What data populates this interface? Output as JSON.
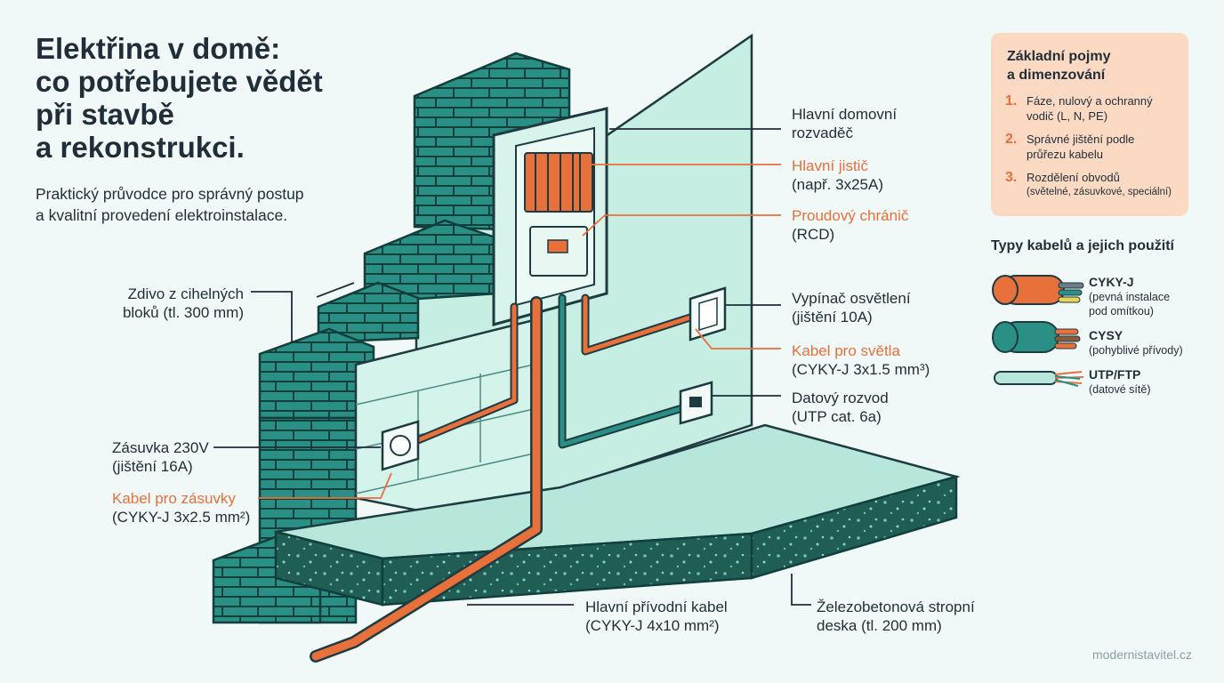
{
  "title": {
    "line1": "Elektřina v domě:",
    "line2": "co potřebujete vědět",
    "line3": "při stavbě",
    "line4": "a rekonstrukci."
  },
  "subtitle": {
    "line1": "Praktický průvodce pro správný postup",
    "line2": "a kvalitní provedení elektroinstalace."
  },
  "labels": {
    "main_board": {
      "line1": "Hlavní domovní",
      "line2": "rozvaděč"
    },
    "main_breaker": {
      "line1": "Hlavní jistič",
      "line2": "(např. 3x25A)"
    },
    "rcd": {
      "line1": "Proudový chránič",
      "line2": "(RCD)"
    },
    "light_switch": {
      "line1": "Vypínač osvětlení",
      "line2": "(jištění 10A)"
    },
    "light_cable": {
      "line1": "Kabel pro světla",
      "line2": "(CYKY-J 3x1.5 mm³)"
    },
    "data": {
      "line1": "Datový rozvod",
      "line2": "(UTP cat. 6a)"
    },
    "masonry": {
      "line1": "Zdivo z cihelných",
      "line2": "bloků (tl. 300 mm)"
    },
    "socket": {
      "line1": "Zásuvka 230V",
      "line2": "(jištění 16A)"
    },
    "socket_cable": {
      "line1": "Kabel pro zásuvky",
      "line2": "(CYKY-J 3x2.5 mm²)"
    },
    "supply_cable": {
      "line1": "Hlavní přívodní kabel",
      "line2": "(CYKY-J 4x10 mm²)"
    },
    "slab": {
      "line1": "Železobetonová stropní",
      "line2": "deska (tl. 200 mm)"
    }
  },
  "basics_panel": {
    "title_line1": "Základní pojmy",
    "title_line2": "a dimenzování",
    "items": [
      {
        "num": "1.",
        "line1": "Fáze, nulový a ochranný",
        "line2": "vodič (L, N, PE)"
      },
      {
        "num": "2.",
        "line1": "Správné jištění podle",
        "line2": "průřezu kabelu"
      },
      {
        "num": "3.",
        "line1": "Rozdělení obvodů",
        "line2": "(světelné, zásuvkové, speciální)"
      }
    ]
  },
  "cable_types": {
    "heading": "Typy kabelů a jejich použití",
    "items": [
      {
        "name": "CYKY-J",
        "line1": "(pevná instalace",
        "line2": "pod omítkou)",
        "color": "#e8703a"
      },
      {
        "name": "CYSY",
        "line1": "(pohyblivé přívody)",
        "line2": "",
        "color": "#2a8f85"
      },
      {
        "name": "UTP/FTP",
        "line1": "(datové sítě)",
        "line2": "",
        "color": "#b6e6dc"
      }
    ]
  },
  "colors": {
    "accent": "#e8703a",
    "brick": "#2a8f85",
    "brick_dark": "#17665f",
    "wall": "#c9eee4",
    "slab": "#b8e7db",
    "text": "#1f2e38"
  },
  "footer": "modernistavitel.cz"
}
